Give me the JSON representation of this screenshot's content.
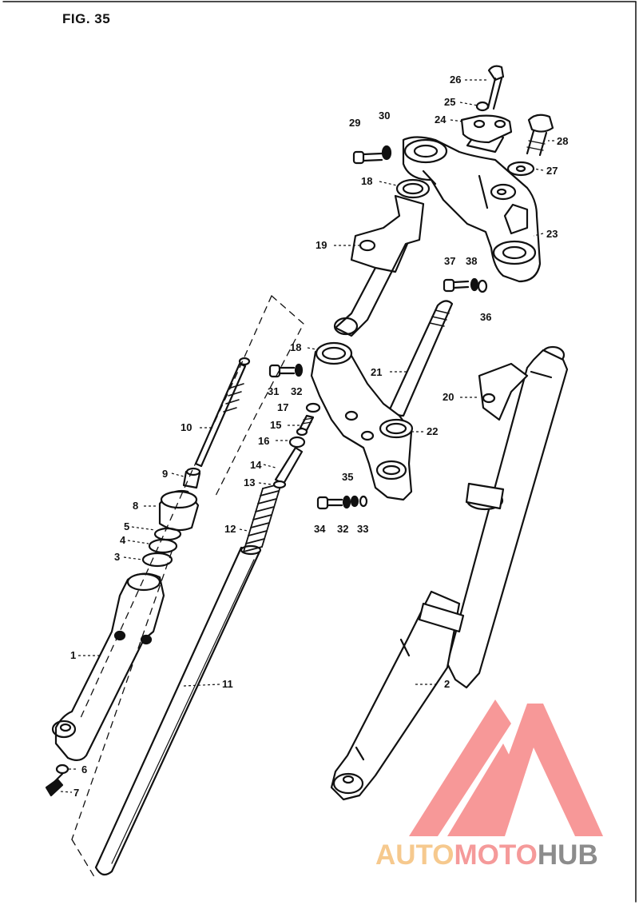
{
  "figure_label": "FIG. 35",
  "parts": [
    {
      "id": "26",
      "label": "26"
    },
    {
      "id": "25",
      "label": "25"
    },
    {
      "id": "24",
      "label": "24"
    },
    {
      "id": "29",
      "label": "29"
    },
    {
      "id": "30",
      "label": "30"
    },
    {
      "id": "28",
      "label": "28"
    },
    {
      "id": "27",
      "label": "27"
    },
    {
      "id": "18a",
      "label": "18"
    },
    {
      "id": "23",
      "label": "23"
    },
    {
      "id": "19",
      "label": "19"
    },
    {
      "id": "37",
      "label": "37"
    },
    {
      "id": "38",
      "label": "38"
    },
    {
      "id": "36",
      "label": "36"
    },
    {
      "id": "18b",
      "label": "18"
    },
    {
      "id": "21",
      "label": "21"
    },
    {
      "id": "31",
      "label": "31"
    },
    {
      "id": "32a",
      "label": "32"
    },
    {
      "id": "20",
      "label": "20"
    },
    {
      "id": "17",
      "label": "17"
    },
    {
      "id": "10",
      "label": "10"
    },
    {
      "id": "15",
      "label": "15"
    },
    {
      "id": "22",
      "label": "22"
    },
    {
      "id": "16",
      "label": "16"
    },
    {
      "id": "14",
      "label": "14"
    },
    {
      "id": "9",
      "label": "9"
    },
    {
      "id": "35",
      "label": "35"
    },
    {
      "id": "13",
      "label": "13"
    },
    {
      "id": "8",
      "label": "8"
    },
    {
      "id": "12",
      "label": "12"
    },
    {
      "id": "34",
      "label": "34"
    },
    {
      "id": "32b",
      "label": "32"
    },
    {
      "id": "33",
      "label": "33"
    },
    {
      "id": "5",
      "label": "5"
    },
    {
      "id": "4",
      "label": "4"
    },
    {
      "id": "3",
      "label": "3"
    },
    {
      "id": "1",
      "label": "1"
    },
    {
      "id": "11",
      "label": "11"
    },
    {
      "id": "2",
      "label": "2"
    },
    {
      "id": "6",
      "label": "6"
    },
    {
      "id": "7",
      "label": "7"
    }
  ],
  "watermark": {
    "part1": "AUTO",
    "part2": "MOTO",
    "part3": "HUB",
    "colors": {
      "auto": "#f6c98e",
      "moto": "#f59a9a",
      "hub": "#8c8c8c",
      "logo": "#f79090"
    }
  }
}
